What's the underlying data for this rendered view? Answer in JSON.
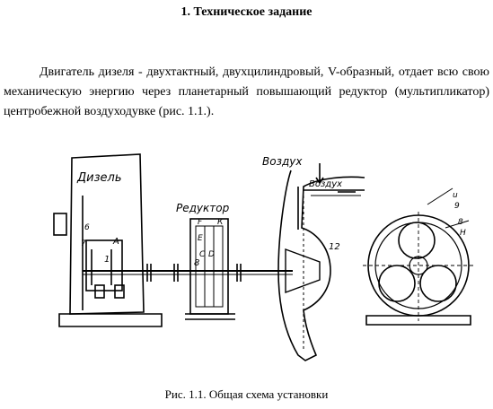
{
  "document": {
    "heading": "1.  Техническое задание",
    "paragraph": "Двигатель дизеля - двухтактный, двухцилиндровый, V-образный, отдает всю свою механическую энергию через планетарный повышающий редуктор (мультипликатор) центробежной воздуходувке (рис. 1.1.).",
    "caption": "Рис. 1.1. Общая схема установки"
  },
  "figure": {
    "labels": {
      "diesel": "Дизель",
      "reducer": "Редуктор",
      "air_top": "Воздух",
      "air_side": "Воздух",
      "label_a": "А",
      "label_f": "F",
      "label_k": "К",
      "label_e": "E",
      "label_c": "С",
      "label_d": "D",
      "num_1": "1",
      "num_6": "6",
      "num_7": "7",
      "num_8": "8",
      "num_9": "9",
      "num_12": "12",
      "label_n": "Н",
      "label_u": "u"
    }
  }
}
